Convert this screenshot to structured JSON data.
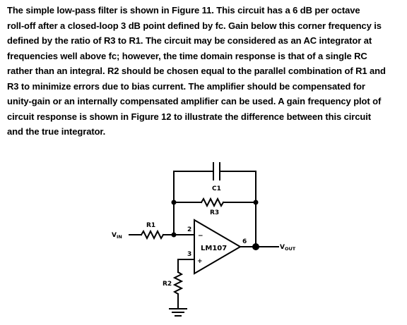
{
  "paragraph": {
    "lines": [
      "The simple low-pass filter is shown in Figure 11. This circuit has a 6 dB per octave",
      "roll-off after a closed-loop 3 dB point defined by fc. Gain below this corner frequency is",
      "defined by the ratio of R3 to R1. The circuit may be considered as an AC integrator at",
      "frequencies well above fc; however, the time domain response is that of a single RC",
      "rather than an integral. R2 should be chosen equal to the parallel combination of R1 and",
      "R3 to minimize errors due to bias current. The amplifier should be compensated for",
      "unity-gain or an internally compensated amplifier can be used. A gain frequency plot of",
      "circuit response is shown in Figure 12 to illustrate the difference between this circuit",
      "and the true integrator."
    ]
  },
  "schematic": {
    "capacitor_label": "C1",
    "feedback_resistor_label": "R3",
    "input_resistor_label": "R1",
    "ground_resistor_label": "R2",
    "opamp_label": "LM107",
    "inverting_pin": "2",
    "noninverting_pin": "3",
    "output_pin": "6",
    "inverting_sign": "−",
    "noninverting_sign": "+",
    "input_label_main": "V",
    "input_label_sub": "IN",
    "output_label_main": "V",
    "output_label_sub": "OUT"
  }
}
